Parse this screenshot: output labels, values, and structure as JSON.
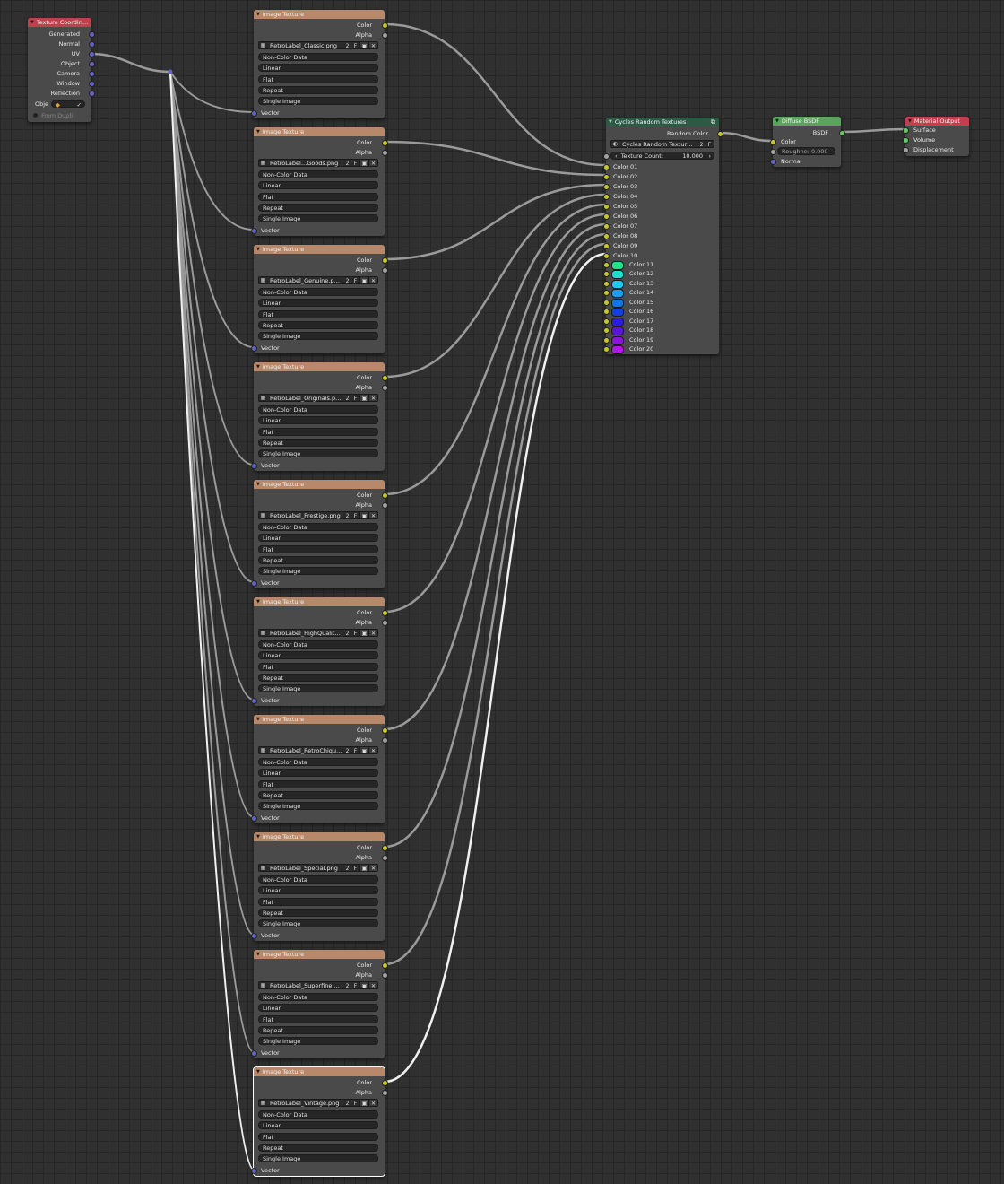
{
  "colors": {
    "link": "#9a9a9a",
    "link_selected": "#f0f0f0",
    "socket_color": "#c7c729",
    "socket_gray": "#a1a1a1",
    "socket_vector": "#6363c7",
    "socket_shader": "#63c763"
  },
  "tex_coord": {
    "title": "Texture Coordin…",
    "outputs": [
      "Generated",
      "Normal",
      "UV",
      "Object",
      "Camera",
      "Window",
      "Reflection"
    ],
    "object_label": "Obje",
    "from_dupli": "From Dupli"
  },
  "image_texture_common": {
    "title": "Image Texture",
    "out_color": "Color",
    "out_alpha": "Alpha",
    "color_space": "Non-Color Data",
    "interpolation": "Linear",
    "projection": "Flat",
    "extension": "Repeat",
    "source": "Single Image",
    "in_vector": "Vector",
    "users": "2",
    "fake": "F"
  },
  "image_textures": [
    {
      "image": "RetroLabel_Classic.png"
    },
    {
      "image": "RetroLabel…Goods.png"
    },
    {
      "image": "RetroLabel_Genuine.p…"
    },
    {
      "image": "RetroLabel_Originals.p…"
    },
    {
      "image": "RetroLabel_Prestige.png"
    },
    {
      "image": "RetroLabel_HighQualit…"
    },
    {
      "image": "RetroLabel_RetroChiqu…"
    },
    {
      "image": "RetroLabel_Special.png"
    },
    {
      "image": "RetroLabel_Superfine.…"
    },
    {
      "image": "RetroLabel_Vintage.png"
    }
  ],
  "random_group": {
    "title": "Cycles Random Textures",
    "out_random_color": "Random Color",
    "group_name": "Cycles Random Textur…",
    "users": "2",
    "fake": "F",
    "texture_count_label": "Texture Count:",
    "texture_count_value": "10.000",
    "plain_inputs": [
      "Color 01",
      "Color 02",
      "Color 03",
      "Color 04",
      "Color 05",
      "Color 06",
      "Color 07",
      "Color 08",
      "Color 09",
      "Color 10"
    ],
    "swatch_inputs": [
      {
        "label": "Color 11",
        "color": "#22e38c"
      },
      {
        "label": "Color 12",
        "color": "#1fe0d0"
      },
      {
        "label": "Color 13",
        "color": "#20c8f0"
      },
      {
        "label": "Color 14",
        "color": "#1a9ef0"
      },
      {
        "label": "Color 15",
        "color": "#1473e8"
      },
      {
        "label": "Color 16",
        "color": "#1040e0"
      },
      {
        "label": "Color 17",
        "color": "#2a1de0"
      },
      {
        "label": "Color 18",
        "color": "#5a14dc"
      },
      {
        "label": "Color 19",
        "color": "#8a14dc"
      },
      {
        "label": "Color 20",
        "color": "#b414e8"
      }
    ]
  },
  "diffuse": {
    "title": "Diffuse BSDF",
    "out_bsdf": "BSDF",
    "in_color": "Color",
    "roughness": "Roughne: 0.000",
    "in_normal": "Normal"
  },
  "material_output": {
    "title": "Material Output",
    "inputs": [
      "Surface",
      "Volume",
      "Displacement"
    ]
  }
}
